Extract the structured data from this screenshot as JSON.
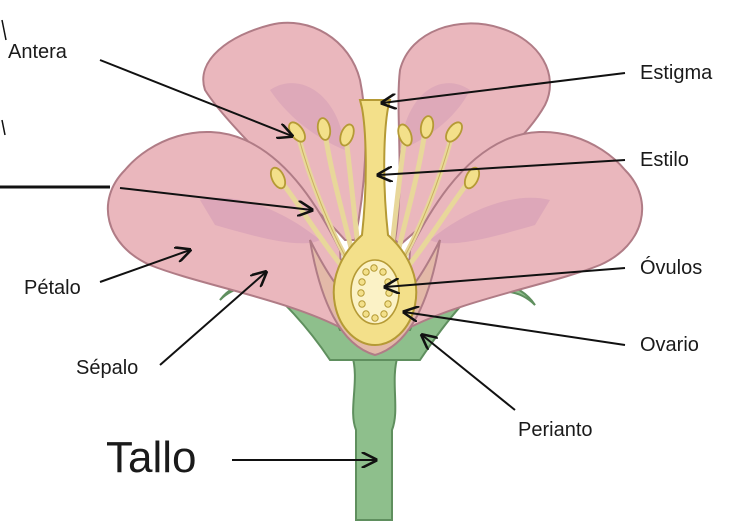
{
  "labels": {
    "antera": "Antera",
    "estigma": "Estigma",
    "estilo": "Estilo",
    "ovulos": "Óvulos",
    "ovario": "Ovario",
    "petalo": "Pétalo",
    "sepalo": "Sépalo",
    "perianto": "Perianto",
    "tallo": "Tallo"
  },
  "colors": {
    "petal": "#eab7bd",
    "petal_shade": "#d9a3b8",
    "petal_edge": "#b07c86",
    "green": "#8ebf8c",
    "green_edge": "#5f8f5e",
    "yellow": "#f3e08a",
    "yellow_edge": "#b59a35",
    "filament": "#e8d79a",
    "receptacle": "#e3b9a8"
  }
}
